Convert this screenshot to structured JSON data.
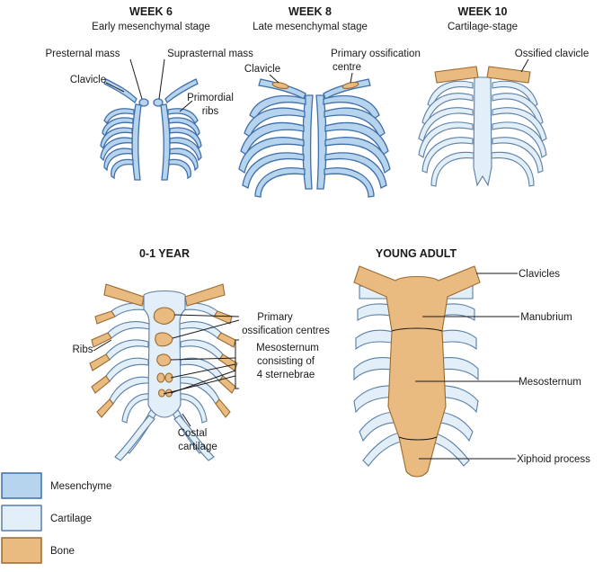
{
  "stages": {
    "week6": {
      "title": "WEEK 6",
      "subtitle": "Early mesenchymal stage"
    },
    "week8": {
      "title": "WEEK 8",
      "subtitle": "Late mesenchymal stage"
    },
    "week10": {
      "title": "WEEK 10",
      "subtitle": "Cartilage-stage"
    },
    "year01": {
      "title": "0-1 YEAR"
    },
    "adult": {
      "title": "YOUNG ADULT"
    }
  },
  "labels": {
    "presternal_mass": "Presternal mass",
    "suprasternal_mass": "Suprasternal mass",
    "clavicle_w6": "Clavicle",
    "primordial_ribs_1": "Primordial",
    "primordial_ribs_2": "ribs",
    "clavicle_w8": "Clavicle",
    "primary_ossification_w8_1": "Primary ossification",
    "primary_ossification_w8_2": "centre",
    "ossified_clavicle": "Ossified clavicle",
    "primary_ossification_centres_1": "Primary",
    "primary_ossification_centres_2": "ossification centres",
    "mesosternum_1": "Mesosternum",
    "mesosternum_2": "consisting of",
    "mesosternum_3": "4 sternebrae",
    "ribs": "Ribs",
    "costal_cartilage_1": "Costal",
    "costal_cartilage_2": "cartilage",
    "clavicles": "Clavicles",
    "manubrium": "Manubrium",
    "mesosternum_adult": "Mesosternum",
    "xiphoid_process": "Xiphoid process"
  },
  "legend": [
    {
      "label": "Mesenchyme",
      "color": "#b7d4ee"
    },
    {
      "label": "Cartilage",
      "color": "#e2eef8"
    },
    {
      "label": "Bone",
      "color": "#e9bb80"
    }
  ],
  "colors": {
    "mesenchyme": "#b7d4ee",
    "cartilage": "#e2eef8",
    "bone": "#e9bb80"
  }
}
